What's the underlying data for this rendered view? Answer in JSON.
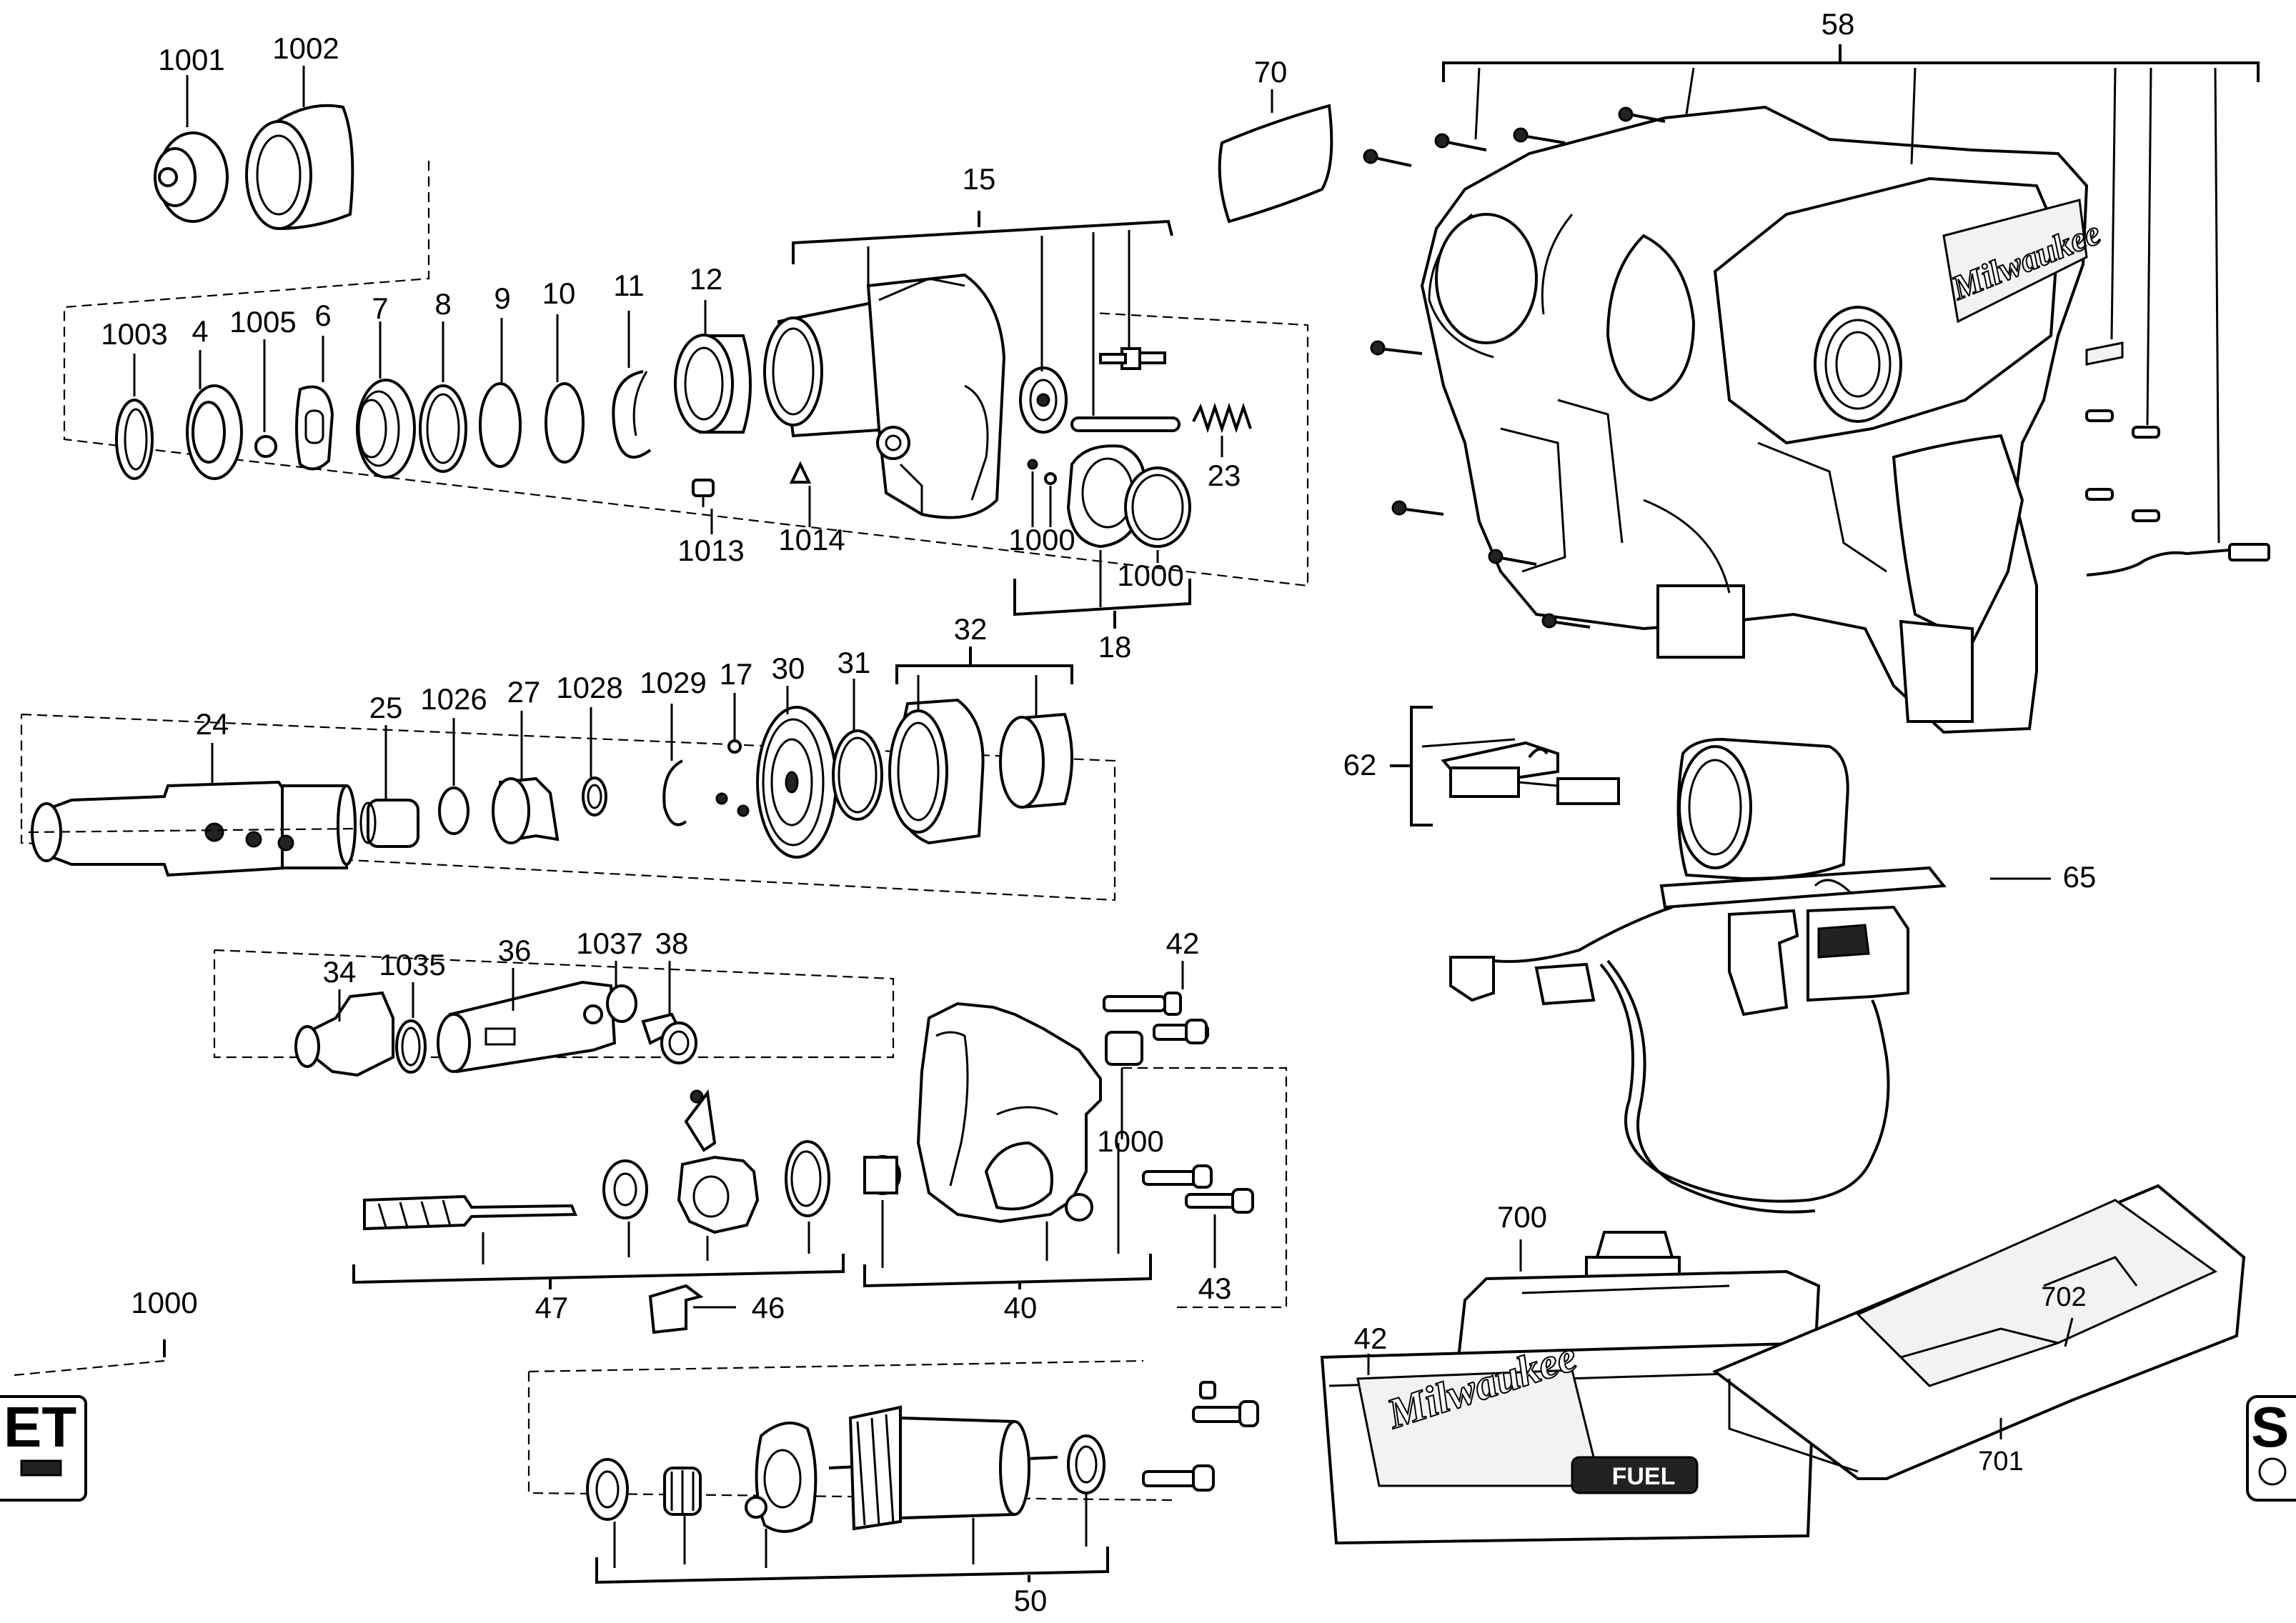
{
  "labels": {
    "p1001": "1001",
    "p1002": "1002",
    "p1003": "1003",
    "p4": "4",
    "p1005": "1005",
    "p6": "6",
    "p7": "7",
    "p8": "8",
    "p9": "9",
    "p10": "10",
    "p11": "11",
    "p12": "12",
    "p15": "15",
    "p1013": "1013",
    "p1014": "1014",
    "p1000a": "1000",
    "p1000b": "1000",
    "p23": "23",
    "p18": "18",
    "p70": "70",
    "p58": "58",
    "p24": "24",
    "p25": "25",
    "p1026": "1026",
    "p27": "27",
    "p1028": "1028",
    "p1029": "1029",
    "p17": "17",
    "p30": "30",
    "p31": "31",
    "p32": "32",
    "p62": "62",
    "p65": "65",
    "p34": "34",
    "p1035": "1035",
    "p36": "36",
    "p1037": "1037",
    "p38": "38",
    "p42a": "42",
    "p1000c": "1000",
    "p47": "47",
    "p46": "46",
    "p40": "40",
    "p43": "43",
    "p1000d": "1000",
    "p700": "700",
    "p702": "702",
    "p701": "701",
    "p42b": "42",
    "p50": "50"
  },
  "branding": {
    "logo": "Milwaukee",
    "fuel_badge": "FUEL"
  },
  "edge_fragments": {
    "left": "ET",
    "right": "S"
  }
}
